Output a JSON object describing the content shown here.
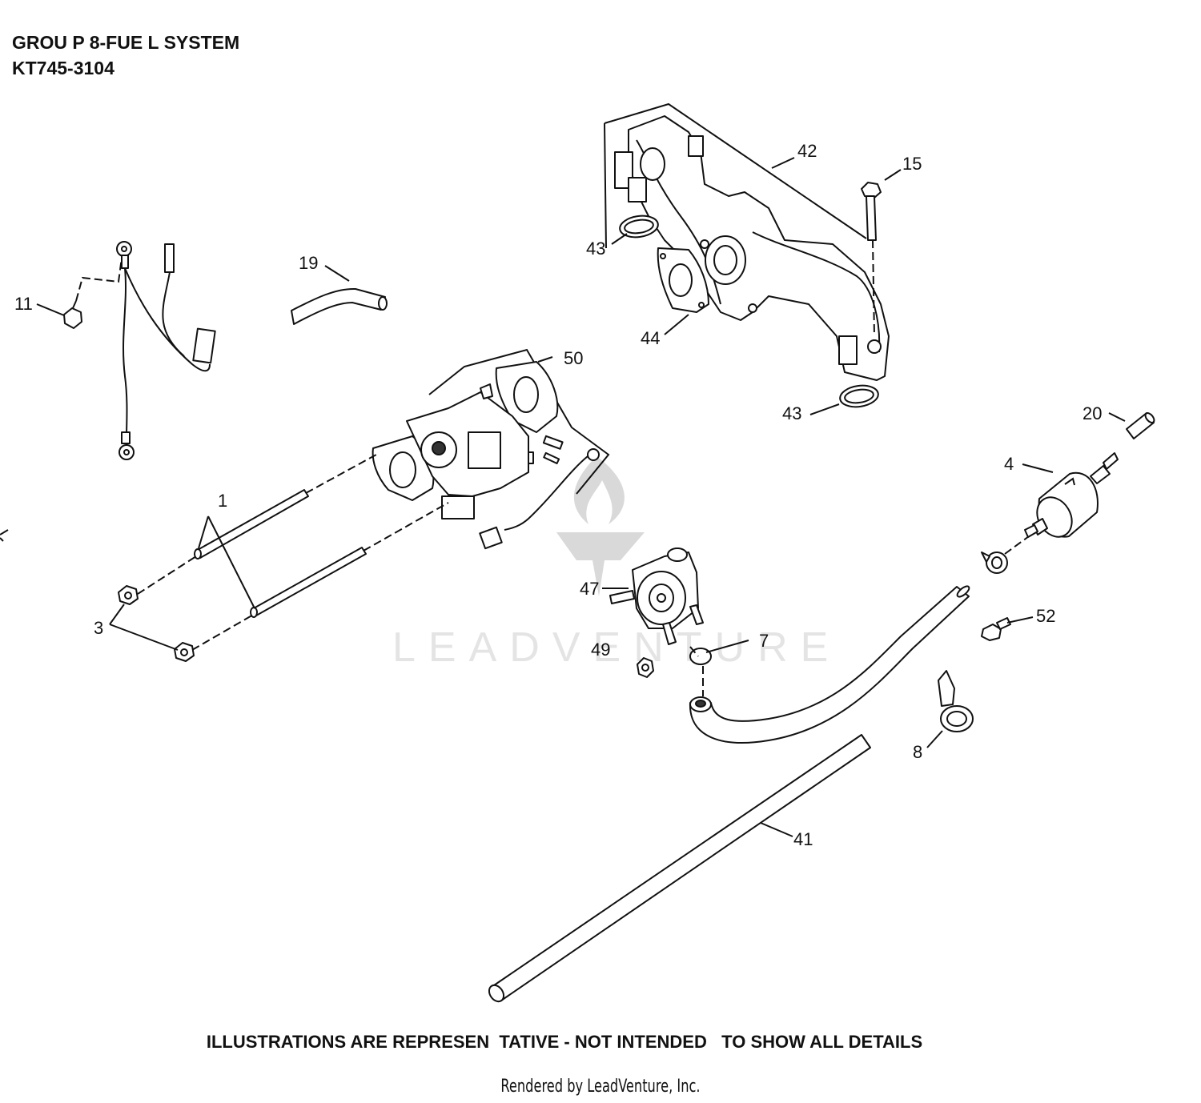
{
  "header": {
    "title": "GROU P 8-FUE L SYSTEM",
    "model": "KT745-3104"
  },
  "footer": {
    "disclaimer": "ILLUSTRATIONS ARE REPRESEN  TATIVE - NOT INTENDED   TO SHOW ALL DETAILS",
    "rendered_by": "Rendered by LeadVenture, Inc."
  },
  "watermark": {
    "text": "LEADVENTURE"
  },
  "callouts": {
    "c1": "1",
    "c3": "3",
    "c4": "4",
    "c7": "7",
    "c8": "8",
    "c11": "11",
    "c15": "15",
    "c19": "19",
    "c20": "20",
    "c41": "41",
    "c42": "42",
    "c43a": "43",
    "c43b": "43",
    "c44": "44",
    "c47": "47",
    "c49": "49",
    "c50": "50",
    "c52": "52"
  }
}
